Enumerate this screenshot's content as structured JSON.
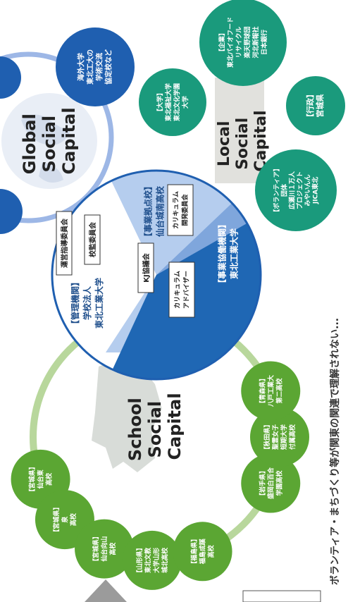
{
  "colors": {
    "global_blue": "#1f5fb0",
    "global_ring": "#9db7e6",
    "local_green": "#1a9a7c",
    "school_green": "#5ba633",
    "school_ring": "#b8d79c",
    "center_light": "#b5cdee",
    "center_mid": "#7fa6dc",
    "center_dark": "#1f67b4"
  },
  "global": {
    "title_lines": [
      "Global",
      "Social",
      "Capital"
    ],
    "node_overseas_lines": [
      "海外大学",
      "東北工大の",
      "学術交流",
      "協定校など"
    ]
  },
  "local": {
    "title_lines": [
      "Local",
      "Social",
      "Capital"
    ],
    "node_company_lines": [
      "【企業】",
      "東北パイオフード",
      "リサイクル",
      "楽天野球団",
      "河北新報社",
      "日本銀行"
    ],
    "node_university_lines": [
      "【大学】",
      "東北福祉大学",
      "東北文化学園",
      "大学"
    ],
    "node_admin_lines": [
      "【行政】",
      "宮城県"
    ],
    "node_volunteer_lines": [
      "【ボランティア】",
      "団体",
      "広瀬川１万人",
      "プロジェクト",
      "みやいんん",
      "JICA東北"
    ]
  },
  "center": {
    "admin_org_lines": [
      "【管理機関】",
      "学校法人",
      "東北工業大学"
    ],
    "base_school_lines": [
      "【事業拠点校】",
      "仙台城南高校"
    ],
    "partner_org_lines": [
      "【事業協働機関】",
      "東北工業大学"
    ],
    "box_operating": "運営指導委員会",
    "box_audit": "校監委員会",
    "box_kj": "KJ協議会",
    "box_curriculum_dev_lines": [
      "カリキュラム",
      "開発委員会"
    ],
    "box_curriculum_adv_lines": [
      "カリキュラム",
      "アドバイザー"
    ]
  },
  "school": {
    "title_lines": [
      "School",
      "Social",
      "Capital"
    ],
    "nodes": [
      {
        "lines": [
          "【宮城県】",
          "仙台東",
          "高校"
        ]
      },
      {
        "lines": [
          "【宮城県】",
          "泉",
          "高校"
        ]
      },
      {
        "lines": [
          "【宮城県】",
          "仙台向山",
          "高校"
        ]
      },
      {
        "lines": [
          "【山形県】",
          "東北文教",
          "大学山形",
          "城北高校"
        ]
      },
      {
        "lines": [
          "【福島県】",
          "福島成蹊",
          "高校"
        ]
      },
      {
        "lines": [
          "【岩手県】",
          "盛岡白百合",
          "学園高校"
        ]
      },
      {
        "lines": [
          "【秋田県】",
          "聖霊女子",
          "短期大学",
          "付属高校"
        ]
      },
      {
        "lines": [
          "【青森県】",
          "八戸工業大",
          "第二高校"
        ]
      }
    ]
  },
  "footer_partial_text": "ボランティア・まちづくり等が関東の関連で理解されない..."
}
